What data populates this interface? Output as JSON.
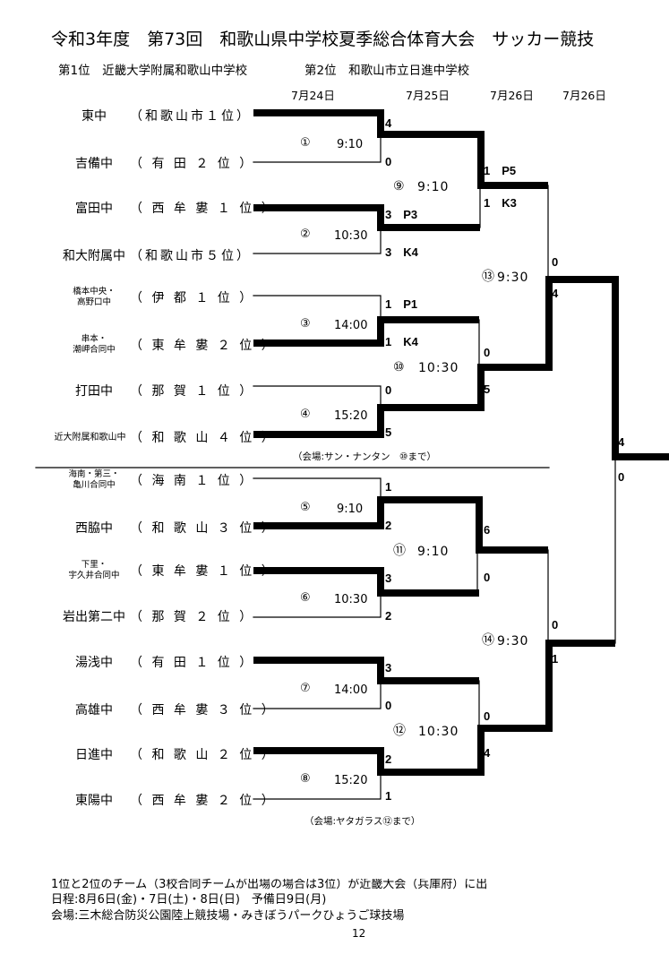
{
  "title": "令和3年度　第73回　和歌山県中学校夏季総合体育大会　サッカー競技",
  "results": {
    "first": "第1位　近畿大学附属和歌山中学校",
    "second": "第2位　和歌山市立日進中学校"
  },
  "dates": [
    "7月24日",
    "7月25日",
    "7月26日",
    "7月26日"
  ],
  "teams": [
    {
      "name": "東中",
      "region": "（和歌山市１位）"
    },
    {
      "name": "吉備中",
      "region": "（ 有 田 ２ 位 ）"
    },
    {
      "name": "富田中",
      "region": "（ 西 牟 婁 １ 位 ）"
    },
    {
      "name": "和大附属中",
      "region": "（和歌山市５位）"
    },
    {
      "name": "橋本中央・\n高野口中",
      "region": "（ 伊 都 １ 位 ）"
    },
    {
      "name": "串本・\n潮岬合同中",
      "region": "（ 東 牟 婁 ２ 位 ）"
    },
    {
      "name": "打田中",
      "region": "（ 那 賀 １ 位 ）"
    },
    {
      "name": "近大附属和歌山中",
      "region": "（ 和 歌 山 ４ 位 ）"
    },
    {
      "name": "海南・第三・\n亀川合同中",
      "region": "（ 海 南 １ 位 ）"
    },
    {
      "name": "西脇中",
      "region": "（ 和 歌 山 ３ 位 ）"
    },
    {
      "name": "下里・\n宇久井合同中",
      "region": "（ 東 牟 婁 １ 位 ）"
    },
    {
      "name": "岩出第二中",
      "region": "（ 那 賀 ２ 位 ）"
    },
    {
      "name": "湯浅中",
      "region": "（ 有 田 １ 位 ）"
    },
    {
      "name": "高雄中",
      "region": "（ 西 牟 婁 ３ 位 ）"
    },
    {
      "name": "日進中",
      "region": "（ 和 歌 山 ２ 位 ）"
    },
    {
      "name": "東陽中",
      "region": "（ 西 牟 婁 ２ 位 ）"
    }
  ],
  "matches": [
    {
      "no": "①",
      "time": "9:10",
      "scores": [
        "4",
        "0"
      ]
    },
    {
      "no": "②",
      "time": "10:30",
      "scores": [
        "3　P3",
        "3　K4"
      ]
    },
    {
      "no": "③",
      "time": "14:00",
      "scores": [
        "1　P1",
        "1　K4"
      ]
    },
    {
      "no": "④",
      "time": "15:20",
      "scores": [
        "0",
        "5"
      ]
    },
    {
      "no": "⑤",
      "time": "9:10",
      "scores": [
        "1",
        "2"
      ]
    },
    {
      "no": "⑥",
      "time": "10:30",
      "scores": [
        "3",
        "2"
      ]
    },
    {
      "no": "⑦",
      "time": "14:00",
      "scores": [
        "3",
        "0"
      ]
    },
    {
      "no": "⑧",
      "time": "15:20",
      "scores": [
        "2",
        "1"
      ]
    },
    {
      "no": "⑨",
      "time": "9:10",
      "scores": [
        "1　P5",
        "1　K3"
      ]
    },
    {
      "no": "⑩",
      "time": "10:30",
      "scores": [
        "0",
        "5"
      ]
    },
    {
      "no": "⑪",
      "time": "9:10",
      "scores": [
        "6",
        "0"
      ]
    },
    {
      "no": "⑫",
      "time": "10:30",
      "scores": [
        "0",
        "4"
      ]
    },
    {
      "no": "⑬",
      "time": "9:30",
      "scores": [
        "0",
        "4"
      ]
    },
    {
      "no": "⑭",
      "time": "9:30",
      "scores": [
        "0",
        "1"
      ]
    },
    {
      "no": "",
      "time": "",
      "scores": [
        "4",
        "0"
      ]
    }
  ],
  "venues": [
    "（会場:サン・ナンタン　⑩まで）",
    "（会場:ヤタガラス⑫まで）"
  ],
  "footer": [
    "1位と2位のチーム（3校合同チームが出場の場合は3位）が近畿大会（兵庫府）に出",
    "日程:8月6日(金)・7日(土)・8日(日)　予備日9日(月)",
    "会場:三木総合防災公園陸上競技場・みきぼうパークひょうご球技場"
  ],
  "page_number": "12"
}
